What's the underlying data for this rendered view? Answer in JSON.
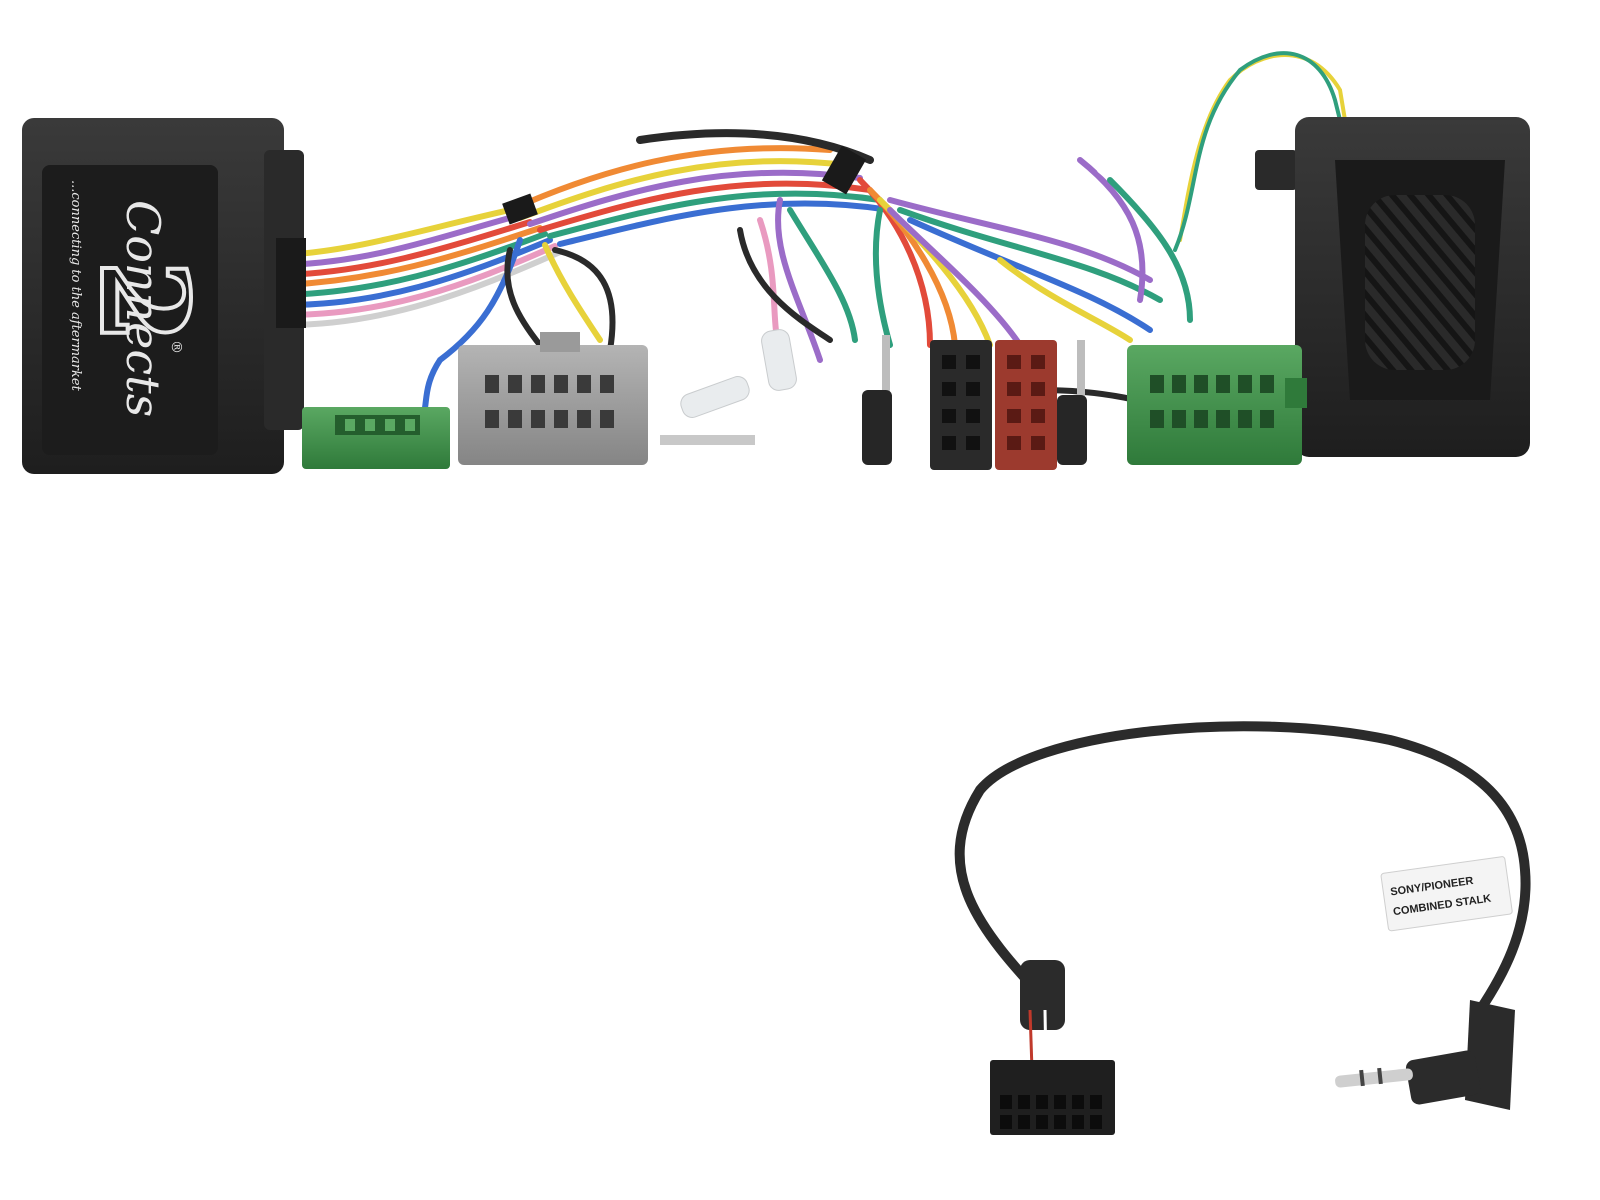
{
  "product_photo": {
    "brand": {
      "logo_text": "Connects",
      "logo_numeral": "2",
      "tagline": "...connecting to the aftermarket",
      "registered_mark": "®"
    },
    "patch_lead": {
      "label_line1": "SONY/PIONEER",
      "label_line2": "COMBINED STALK"
    }
  },
  "colors": {
    "background": "#ffffff",
    "interface_box": "#2b2b2b",
    "green_connector": "#3f8f4a",
    "grey_connector": "#9a9a9a",
    "iso_black": "#2a2a2a",
    "iso_red": "#9c3a2e"
  }
}
